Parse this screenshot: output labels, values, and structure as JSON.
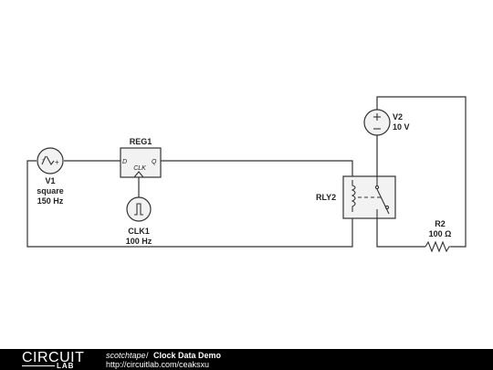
{
  "circuit": {
    "components": {
      "v1": {
        "name": "V1",
        "waveform": "square",
        "frequency": "150 Hz"
      },
      "reg1": {
        "name": "REG1",
        "pin_d": "D",
        "pin_q": "Q",
        "pin_clk": "CLK"
      },
      "clk1": {
        "name": "CLK1",
        "frequency": "100 Hz"
      },
      "v2": {
        "name": "V2",
        "voltage": "10 V"
      },
      "rly2": {
        "name": "RLY2"
      },
      "r2": {
        "name": "R2",
        "resistance": "100 Ω"
      }
    }
  },
  "footer": {
    "logo_text": "CIRCUIT",
    "logo_sub": "LAB",
    "author": "scotchtape",
    "separator": "/",
    "title": "Clock Data Demo",
    "url": "http://circuitlab.com/ceaksxu"
  }
}
